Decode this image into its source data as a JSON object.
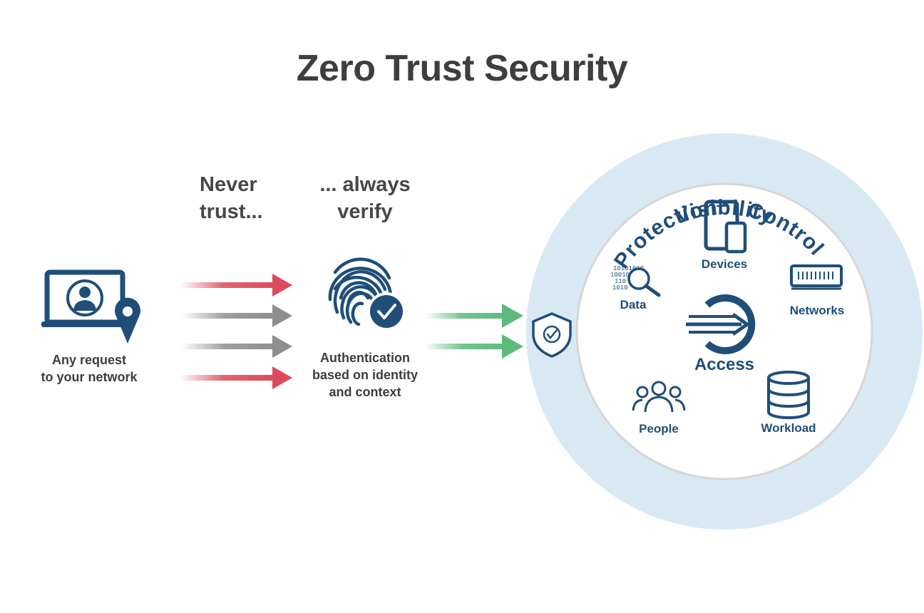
{
  "title": "Zero Trust Security",
  "headings": {
    "never_line1": "Never",
    "never_line2": "trust...",
    "always_line1": "... always",
    "always_line2": "verify"
  },
  "captions": {
    "request_line1": "Any request",
    "request_line2": "to your network",
    "auth_line1": "Authentication",
    "auth_line2": "based on identity",
    "auth_line3": "and context"
  },
  "ring_words": {
    "protection": "Protection",
    "visibility": "Visibility",
    "control": "Control"
  },
  "center_label": "Access",
  "components": {
    "devices": "Devices",
    "networks": "Networks",
    "data": "Data",
    "people": "People",
    "workload": "Workload"
  },
  "binary_text": [
    "10101010",
    "10010",
    "110",
    "1010"
  ],
  "colors": {
    "navy": "#1f4e79",
    "ring_light": "#d8e9f3",
    "arrow_red": "#dc4a5b",
    "arrow_gray": "#8e8e8e",
    "arrow_green": "#5cba7d"
  },
  "icons": [
    "laptop-user-icon",
    "location-pin-icon",
    "fingerprint-icon",
    "check-badge-icon",
    "shield-check-icon",
    "tablet-phone-icon",
    "network-switch-icon",
    "data-search-icon",
    "access-icon",
    "people-icon",
    "database-icon"
  ]
}
